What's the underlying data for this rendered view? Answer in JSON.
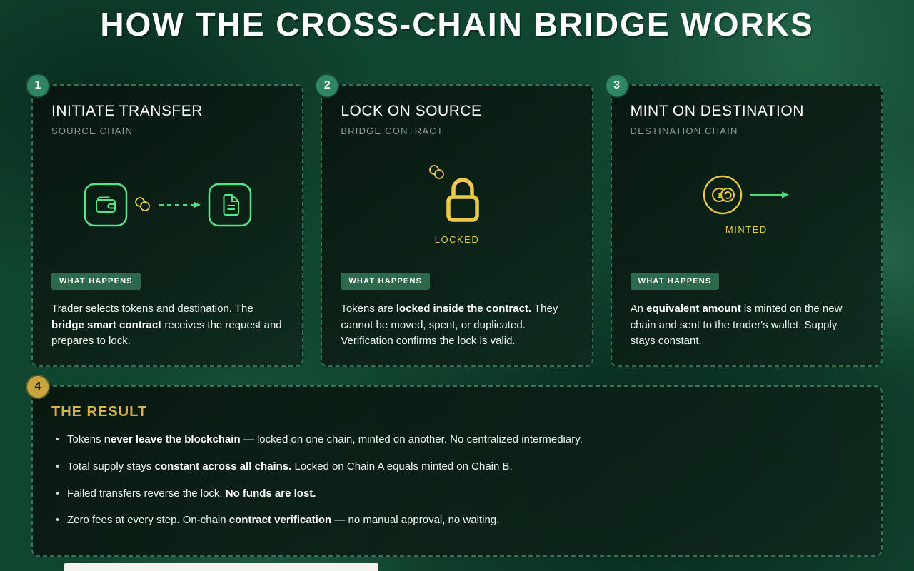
{
  "page": {
    "title": "HOW THE CROSS-CHAIN BRIDGE WORKS"
  },
  "colors": {
    "accent_green": "#4ade80",
    "accent_gold": "#e8c84a",
    "card_border_green": "#60c890",
    "step_badge_green": "#2f8662",
    "result_badge_gold": "#c9a53f",
    "pill_green": "#2d6a4d"
  },
  "steps": [
    {
      "number": "1",
      "title": "INITIATE TRANSFER",
      "subtitle": "SOURCE CHAIN",
      "icons": [
        "wallet-icon",
        "coins-icon",
        "dashed-arrow-icon",
        "document-icon"
      ],
      "what_happens_label": "WHAT HAPPENS",
      "description": [
        {
          "text": "Trader selects tokens and destination. The "
        },
        {
          "text": "bridge smart contract",
          "bold": true
        },
        {
          "text": " receives the request and prepares to lock."
        }
      ]
    },
    {
      "number": "2",
      "title": "LOCK ON SOURCE",
      "subtitle": "BRIDGE CONTRACT",
      "icons": [
        "coins-icon",
        "padlock-icon"
      ],
      "icon_caption": "LOCKED",
      "what_happens_label": "WHAT HAPPENS",
      "description": [
        {
          "text": "Tokens are "
        },
        {
          "text": "locked inside the contract.",
          "bold": true
        },
        {
          "text": " They cannot be moved, spent, or duplicated. Verification confirms the lock is valid."
        }
      ]
    },
    {
      "number": "3",
      "title": "MINT ON DESTINATION",
      "subtitle": "DESTINATION CHAIN",
      "icons": [
        "minted-coins-icon",
        "arrow-icon"
      ],
      "icon_caption": "MINTED",
      "what_happens_label": "WHAT HAPPENS",
      "description": [
        {
          "text": "An "
        },
        {
          "text": "equivalent amount",
          "bold": true
        },
        {
          "text": " is minted on the new chain and sent to the trader's wallet. Supply stays constant."
        }
      ]
    }
  ],
  "result": {
    "number": "4",
    "title": "THE RESULT",
    "bullets": [
      [
        {
          "text": "Tokens "
        },
        {
          "text": "never leave the blockchain",
          "bold": true
        },
        {
          "text": " — locked on one chain, minted on another. No centralized intermediary."
        }
      ],
      [
        {
          "text": "Total supply stays "
        },
        {
          "text": "constant across all chains.",
          "bold": true
        },
        {
          "text": " Locked on Chain A equals minted on Chain B."
        }
      ],
      [
        {
          "text": "Failed transfers reverse the lock. "
        },
        {
          "text": "No funds are lost.",
          "bold": true
        }
      ],
      [
        {
          "text": "Zero fees at every step. On-chain "
        },
        {
          "text": "contract verification",
          "bold": true
        },
        {
          "text": " — no manual approval, no waiting."
        }
      ]
    ]
  }
}
